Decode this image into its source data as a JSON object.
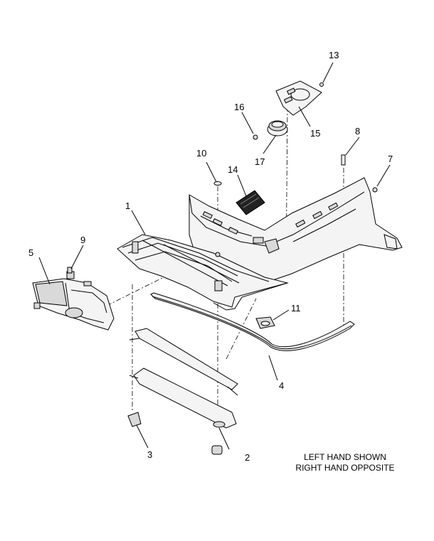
{
  "callouts": [
    {
      "id": "c1",
      "text": "1"
    },
    {
      "id": "c2",
      "text": "2"
    },
    {
      "id": "c3",
      "text": "3"
    },
    {
      "id": "c4",
      "text": "4"
    },
    {
      "id": "c5",
      "text": "5"
    },
    {
      "id": "c7",
      "text": "7"
    },
    {
      "id": "c8",
      "text": "8"
    },
    {
      "id": "c9",
      "text": "9"
    },
    {
      "id": "c10",
      "text": "10"
    },
    {
      "id": "c11",
      "text": "11"
    },
    {
      "id": "c13",
      "text": "13"
    },
    {
      "id": "c14",
      "text": "14"
    },
    {
      "id": "c15",
      "text": "15"
    },
    {
      "id": "c16",
      "text": "16"
    },
    {
      "id": "c17",
      "text": "17"
    }
  ],
  "note": {
    "line1": "LEFT HAND SHOWN",
    "line2": "RIGHT HAND OPPOSITE"
  }
}
